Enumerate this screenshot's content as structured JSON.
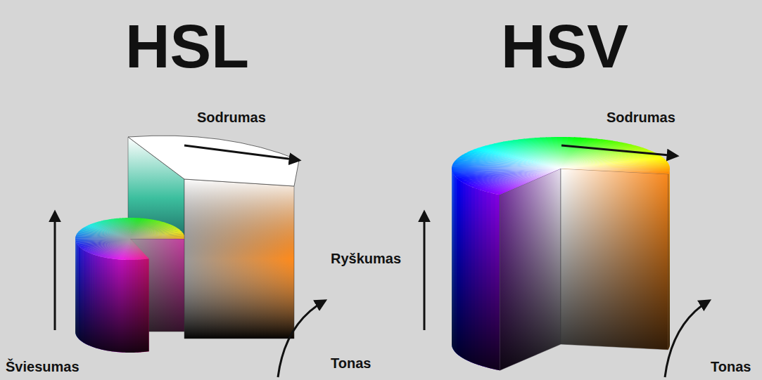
{
  "diagram": {
    "labels": [
      "HSL",
      "Sodrumas",
      "Šviesumas",
      "Tonas",
      "HSV",
      "Sodrumas",
      "Ryškumas",
      "Tonas"
    ]
  }
}
